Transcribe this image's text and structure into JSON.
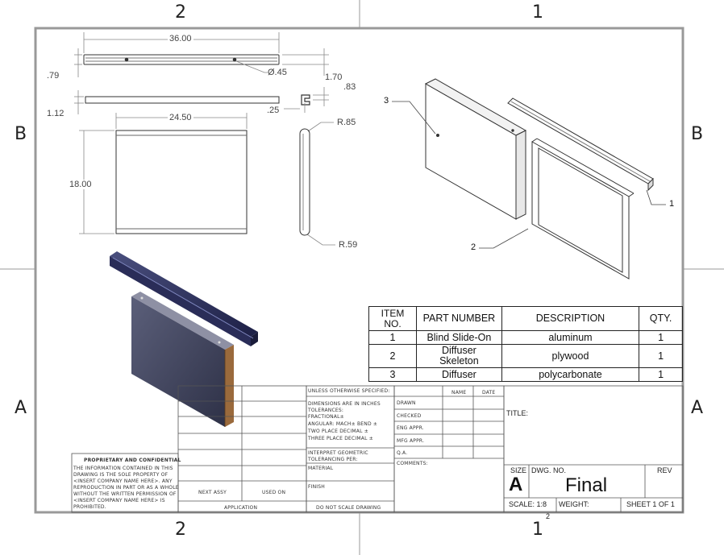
{
  "zones": {
    "top": [
      "2",
      "1"
    ],
    "bottom": [
      "2",
      "1"
    ],
    "left": [
      "B",
      "A"
    ],
    "right": [
      "B",
      "A"
    ]
  },
  "dimensions": {
    "length": "36.00",
    "height_79": ".79",
    "hole": "Ø.45",
    "d170": "1.70",
    "d83": ".83",
    "d112": "1.12",
    "d25": ".25",
    "width": "24.50",
    "r85": "R.85",
    "height": "18.00",
    "r59": "R.59"
  },
  "balloons": [
    "3",
    "1",
    "2"
  ],
  "bom": {
    "headers": {
      "item": "ITEM NO.",
      "part": "PART NUMBER",
      "desc": "DESCRIPTION",
      "qty": "QTY."
    },
    "rows": [
      {
        "item": "1",
        "part": "Blind Slide-On",
        "desc": "aluminum",
        "qty": "1"
      },
      {
        "item": "2",
        "part": "Diffuser Skeleton",
        "desc": "plywood",
        "qty": "1"
      },
      {
        "item": "3",
        "part": "Diffuser",
        "desc": "polycarbonate",
        "qty": "1"
      }
    ]
  },
  "title_block": {
    "unless": "UNLESS OTHERWISE SPECIFIED:",
    "dims_in": "DIMENSIONS ARE IN INCHES",
    "tolerances": "TOLERANCES:",
    "fractional": "FRACTIONAL±",
    "angular": "ANGULAR: MACH±    BEND ±",
    "two_place": "TWO PLACE DECIMAL    ±",
    "three_place": "THREE PLACE DECIMAL  ±",
    "interpret": "INTERPRET GEOMETRIC",
    "tolerancing": "TOLERANCING PER:",
    "material": "MATERIAL",
    "finish": "FINISH",
    "do_not_scale": "DO NOT SCALE DRAWING",
    "next_assy": "NEXT ASSY",
    "used_on": "USED ON",
    "application": "APPLICATION",
    "name": "NAME",
    "date": "DATE",
    "drawn": "DRAWN",
    "checked": "CHECKED",
    "eng_appr": "ENG APPR.",
    "mfg_appr": "MFG APPR.",
    "qa": "Q.A.",
    "comments": "COMMENTS:",
    "title_label": "TITLE:",
    "size_label": "SIZE",
    "size_value": "A",
    "dwg_no_label": "DWG.  NO.",
    "dwg_no_value": "Final",
    "rev_label": "REV",
    "scale": "SCALE: 1:8",
    "weight": "WEIGHT:",
    "sheet": "SHEET 1 OF 1",
    "page_num": "2"
  },
  "proprietary": {
    "heading": "PROPRIETARY AND CONFIDENTIAL",
    "lines": [
      "THE INFORMATION CONTAINED IN THIS",
      "DRAWING IS THE SOLE PROPERTY OF",
      "<INSERT COMPANY NAME HERE>.  ANY",
      "REPRODUCTION IN PART OR AS A WHOLE",
      "WITHOUT THE WRITTEN PERMISSION OF",
      "<INSERT COMPANY NAME HERE> IS",
      "PROHIBITED."
    ]
  }
}
